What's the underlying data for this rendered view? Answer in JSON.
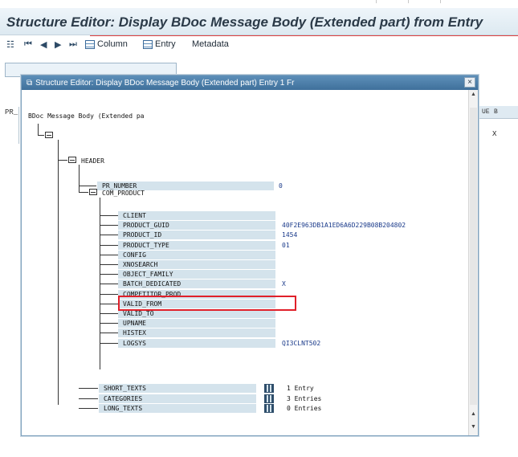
{
  "window": {
    "title": "Structure Editor: Display BDoc Message Body (Extended part) from Entry"
  },
  "toolbar": {
    "column_label": "Column",
    "entry_label": "Entry",
    "metadata_label": "Metadata"
  },
  "background": {
    "pr_header": "PR_",
    "right_headers": [
      "UE",
      "B"
    ],
    "right_cell": "X"
  },
  "popup": {
    "title": "Structure Editor: Display BDoc Message Body (Extended part) Entry 1 Fr",
    "close_glyph": "×",
    "root_label": "BDoc Message Body (Extended pa",
    "header_node": "HEADER",
    "pr_number": {
      "name": "PR_NUMBER",
      "value": "0"
    },
    "com_product_node": "COM_PRODUCT",
    "fields": [
      {
        "name": "CLIENT",
        "value": ""
      },
      {
        "name": "PRODUCT_GUID",
        "value": "40F2E963DB1A1ED6A6D229B08B204802"
      },
      {
        "name": "PRODUCT_ID",
        "value": "1454"
      },
      {
        "name": "PRODUCT_TYPE",
        "value": "01"
      },
      {
        "name": "CONFIG",
        "value": ""
      },
      {
        "name": "XNOSEARCH",
        "value": ""
      },
      {
        "name": "OBJECT_FAMILY",
        "value": ""
      },
      {
        "name": "BATCH_DEDICATED",
        "value": "X"
      },
      {
        "name": "COMPETITOR_PROD",
        "value": ""
      },
      {
        "name": "VALID_FROM",
        "value": ""
      },
      {
        "name": "VALID_TO",
        "value": ""
      },
      {
        "name": "UPNAME",
        "value": ""
      },
      {
        "name": "HISTEX",
        "value": ""
      },
      {
        "name": "LOGSYS",
        "value": "QI3CLNT502"
      }
    ],
    "tables": [
      {
        "name": "SHORT_TEXTS",
        "count": "1 Entry"
      },
      {
        "name": "CATEGORIES",
        "count": "3 Entries"
      },
      {
        "name": "LONG_TEXTS",
        "count": "0 Entries"
      }
    ]
  },
  "colors": {
    "highlight": "#e0202a",
    "field_bg": "#d4e3ec",
    "popup_title_bg": "#4a7ca6"
  },
  "icons": [
    "hierarchy-icon",
    "first-page-icon",
    "previous-icon",
    "next-icon",
    "last-page-icon",
    "column-icon",
    "entry-icon",
    "popup-window-icon",
    "folder-icon",
    "table-icon"
  ]
}
